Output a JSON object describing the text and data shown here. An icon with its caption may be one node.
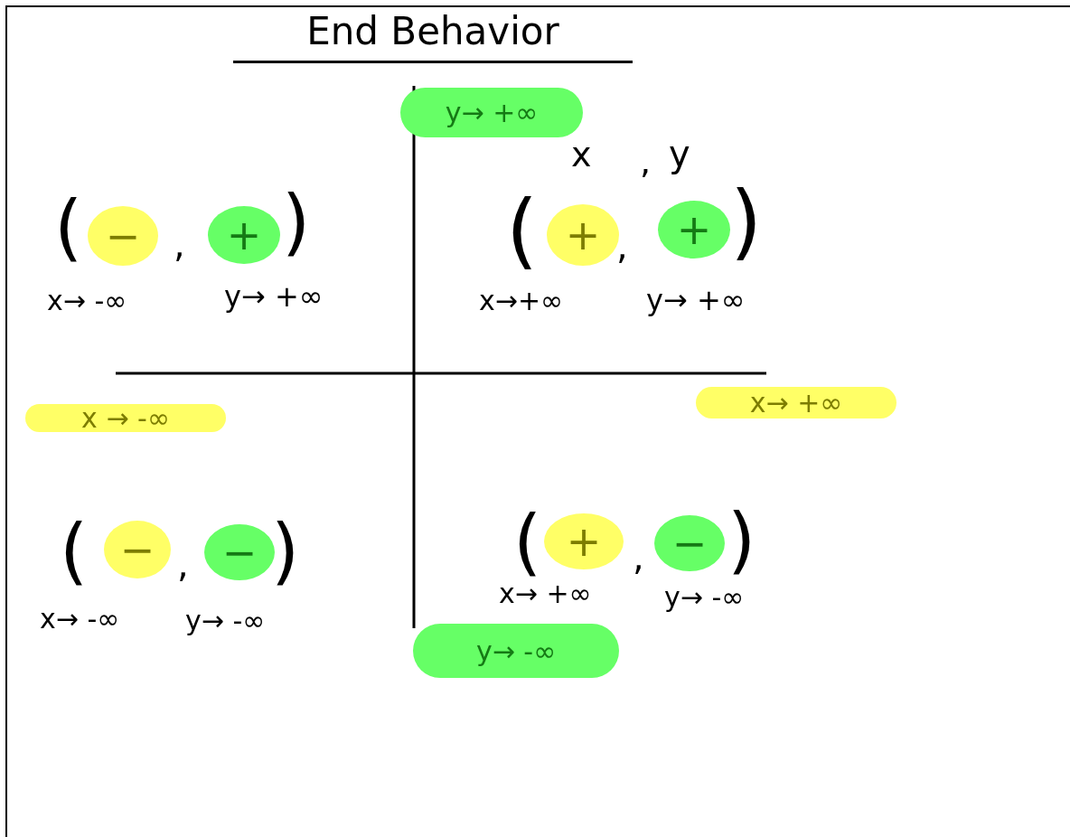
{
  "diagram": {
    "title": "End Behavior",
    "nodes": [
      {
        "text": [
          "y→ +∞"
        ]
      },
      {
        "text": [
          "−"
        ]
      },
      {
        "text": [
          "+"
        ]
      },
      {
        "text": [
          "+"
        ]
      },
      {
        "text": [
          "+"
        ]
      },
      {
        "text": [
          "x → -∞"
        ]
      },
      {
        "text": [
          "x→ +∞"
        ]
      },
      {
        "text": [
          "−"
        ]
      },
      {
        "text": [
          "−"
        ]
      },
      {
        "text": [
          "+"
        ]
      },
      {
        "text": [
          "−"
        ]
      },
      {
        "text": [
          "y→ -∞"
        ]
      }
    ],
    "labels": [
      "x",
      ",",
      "y",
      "(",
      ",",
      ")",
      "(",
      ",",
      ")",
      "x→ -∞",
      "y→ +∞",
      "x→+∞",
      "y→ +∞",
      "(",
      ",",
      ")",
      "(",
      ",",
      ")",
      "x→ +∞",
      "y→ -∞",
      "x→ -∞",
      "y→ -∞"
    ]
  }
}
